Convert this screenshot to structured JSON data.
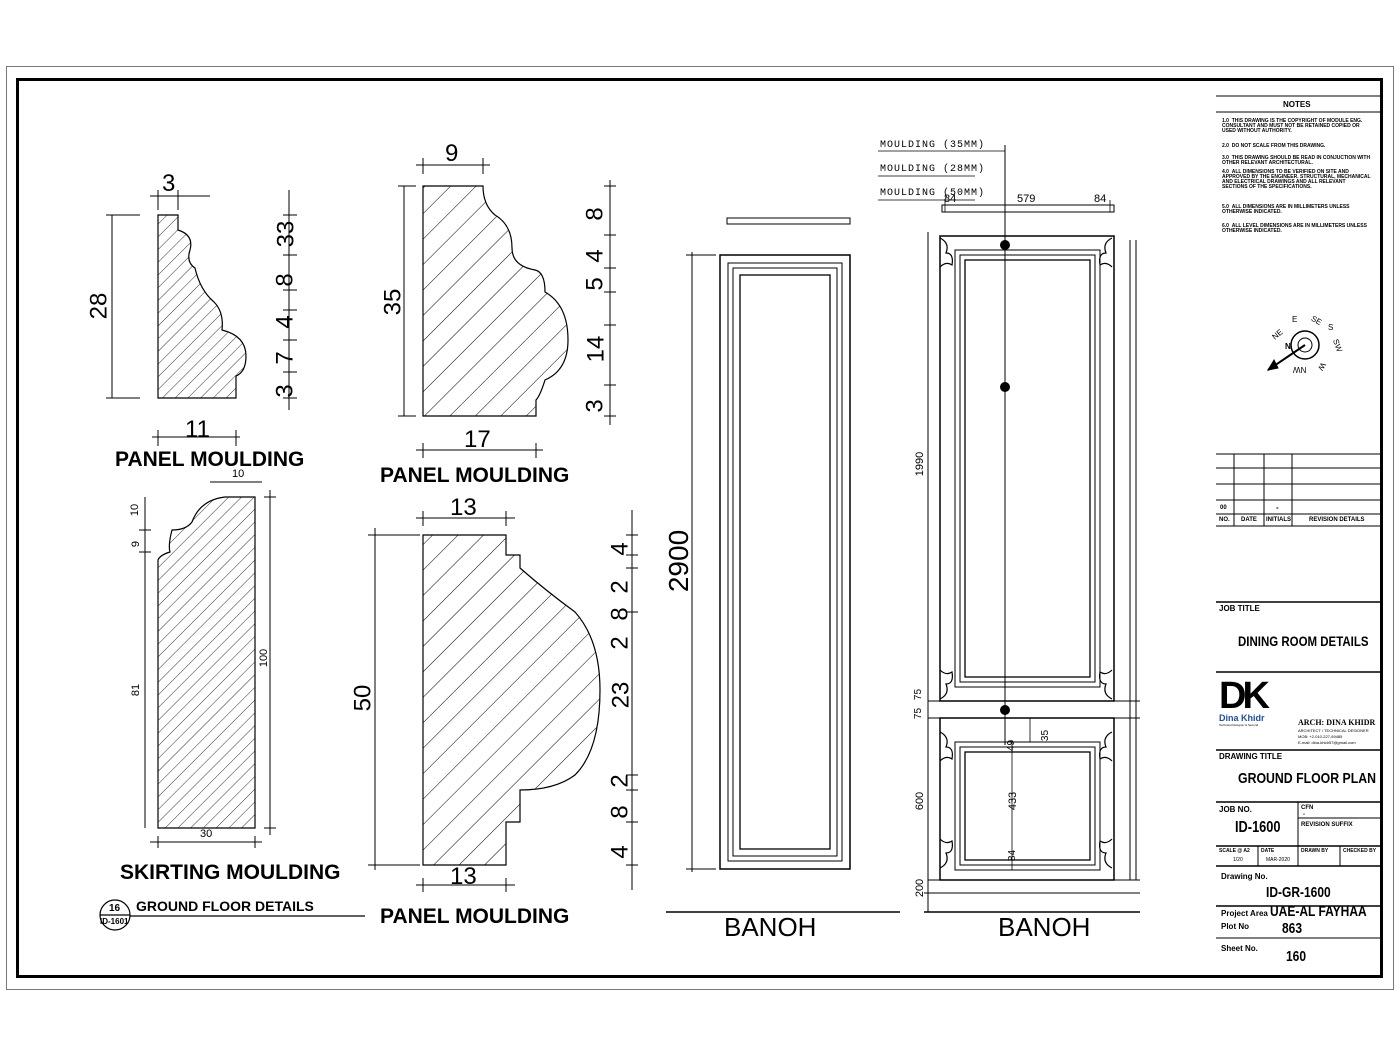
{
  "drawing": {
    "moulding_a": {
      "title": "PANEL MOULDING",
      "dims": [
        "3",
        "28",
        "11",
        "33",
        "8",
        "4",
        "7",
        "3"
      ]
    },
    "moulding_b": {
      "title": "PANEL MOULDING",
      "dims": [
        "9",
        "35",
        "17",
        "8",
        "4",
        "5",
        "14",
        "3"
      ]
    },
    "skirting": {
      "title": "SKIRTING MOULDING",
      "dims": [
        "10",
        "10",
        "9",
        "81",
        "100",
        "30"
      ]
    },
    "moulding_c": {
      "title": "PANEL MOULDING",
      "dims": [
        "13",
        "50",
        "13",
        "4",
        "2",
        "8",
        "2",
        "23",
        "2",
        "8",
        "4"
      ]
    },
    "ground_floor_details": {
      "num": "16",
      "ref": "ID-1601",
      "title": "GROUND FLOOR DETAILS"
    },
    "elevation_left": {
      "height": "2900",
      "label": "BANOH"
    },
    "elevation_right": {
      "label": "BANOH",
      "callouts": [
        "MOULDING (35MM)",
        "MOULDING (28MM)",
        "MOULDING (50MM)"
      ],
      "top_dims": [
        "84",
        "579",
        "84"
      ],
      "dims": [
        "1990",
        "75",
        "75",
        "600",
        "200",
        "49",
        "35",
        "433",
        "84"
      ]
    }
  },
  "title_block": {
    "notes_title": "NOTES",
    "notes": [
      {
        "num": "1.0",
        "text": "THIS DRAWING IS THE COPYRIGHT OF MODULE ENG. CONSULTANT AND MUST NOT BE RETAINED COPIED OR USED WITHOUT AUTHORITY."
      },
      {
        "num": "2.0",
        "text": "DO NOT SCALE FROM THIS DRAWING."
      },
      {
        "num": "3.0",
        "text": "THIS DRAWING SHOULD BE READ IN CONJUCTION WITH OTHER RELEVANT ARCHITECTURAL."
      },
      {
        "num": "4.0",
        "text": "ALL DIMENSIONS TO BE VERIFIED ON SITE AND APPROVED BY THE ENGINEER. STRUCTURAL, MECHANICAL AND ELECTRICAL DRAWINGS AND ALL RELEVANT SECTIONS OF THE SPECIFICATIONS."
      },
      {
        "num": "5.0",
        "text": "ALL DIMENSIONS ARE IN MILLIMETERS UNLESS OTHERWISE INDICATED."
      },
      {
        "num": "6.0",
        "text": "ALL LEVEL DIMENSIONS ARE IN MILLIMETERS UNLESS OTHERWISE INDICATED."
      }
    ],
    "compass": [
      "NE",
      "E",
      "SE",
      "S",
      "SW",
      "W",
      "NW",
      "N"
    ],
    "revision": {
      "row_no": "00",
      "row_initials": "-",
      "headers": [
        "NO.",
        "DATE",
        "INITIALS",
        "REVISION DETAILS"
      ]
    },
    "job_title_label": "JOB TITLE",
    "job_title": "DINING ROOM DETAILS",
    "logo": {
      "mark": "DK",
      "name": "Dina Khidr",
      "tagline": "Technical Designer & Second"
    },
    "architect": {
      "name": "ARCH: DINA KHIDR",
      "role": "ARCHITECT / TECHNICAL DESIGNER",
      "mob": "MOB: +2-010-227-69485",
      "email": "E-mail: dina.khidr57@gmail.com"
    },
    "drawing_title_label": "DRAWING TITLE",
    "drawing_title": "GROUND FLOOR PLAN",
    "job_no_label": "JOB NO.",
    "job_no": "ID-1600",
    "cfn_label": "CFN",
    "cfn_value": "-",
    "revision_suffix_label": "REVISION SUFFIX",
    "scale_label": "SCALE @ A2",
    "scale": "1/20",
    "date_label": "DATE",
    "date": "MAR-2020",
    "drawn_by_label": "DRAWN BY",
    "checked_by_label": "CHECKED BY",
    "drawing_no_label": "Drawing No.",
    "drawing_no": "ID-GR-1600",
    "project_area_label": "Project Area",
    "project_area": "UAE-AL FAYHAA",
    "plot_no_label": "Plot No",
    "plot_no": "863",
    "sheet_no_label": "Sheet No.",
    "sheet_no": "160"
  }
}
